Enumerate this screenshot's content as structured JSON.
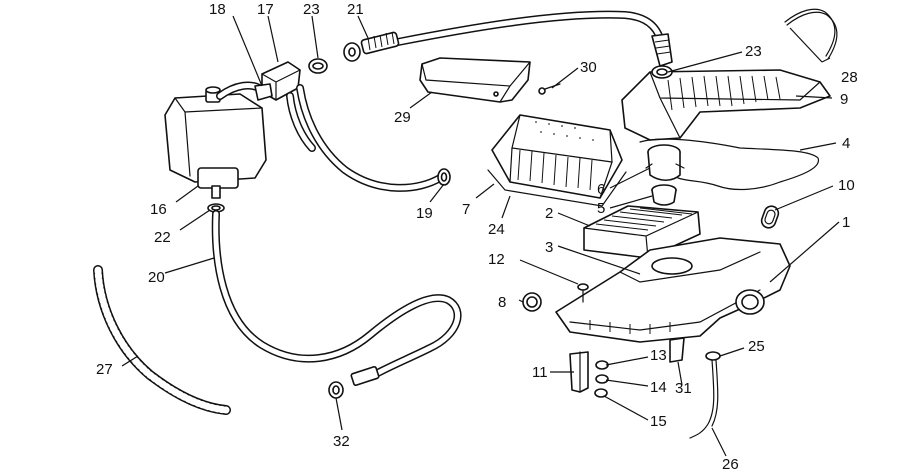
{
  "callouts": {
    "c1": "1",
    "c2": "2",
    "c3": "3",
    "c4": "4",
    "c5": "5",
    "c6": "6",
    "c7": "7",
    "c8": "8",
    "c9": "9",
    "c10": "10",
    "c11": "11",
    "c12": "12",
    "c13": "13",
    "c14": "14",
    "c15": "15",
    "c16": "16",
    "c17": "17",
    "c18": "18",
    "c19": "19",
    "c20": "20",
    "c21": "21",
    "c22": "22",
    "c23a": "23",
    "c23b": "23",
    "c24": "24",
    "c25": "25",
    "c26": "26",
    "c27": "27",
    "c28": "28",
    "c29": "29",
    "c30": "30",
    "c31": "31",
    "c32": "32"
  }
}
